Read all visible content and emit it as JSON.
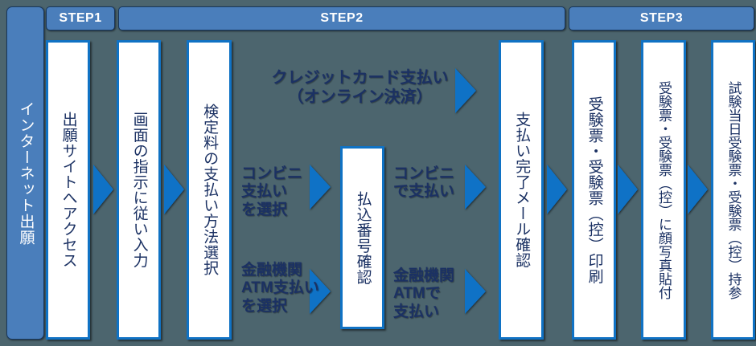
{
  "diagram": {
    "title_steps": [
      {
        "id": "step1",
        "label": "STEP1"
      },
      {
        "id": "step2",
        "label": "STEP2"
      },
      {
        "id": "step3",
        "label": "STEP3"
      }
    ],
    "entry_column": {
      "label": "インターネット出願"
    },
    "boxes": [
      {
        "id": "box-apply-site",
        "label": "出願サイトへアクセス"
      },
      {
        "id": "box-follow-input",
        "label": "画面の指示に従い入力"
      },
      {
        "id": "box-select-payment",
        "label": "検定料の支払い方法選択"
      },
      {
        "id": "box-payment-number",
        "label": "払込番号確認"
      },
      {
        "id": "box-payment-mail",
        "label": "支払い完了メール確認"
      },
      {
        "id": "box-print-ticket",
        "label": "受験票・受験票（控）印刷"
      },
      {
        "id": "box-attach-photo",
        "label": "受験票・受験票（控）に顔写真貼付"
      },
      {
        "id": "box-bring-ticket",
        "label": "試験当日受験票・受験票（控）持参"
      }
    ],
    "labels": [
      {
        "id": "label-credit-card",
        "lines": "クレジットカード支払い\n（オンライン決済）"
      },
      {
        "id": "label-conveni-select",
        "lines": "コンビニ\n支払い\nを選択"
      },
      {
        "id": "label-conveni-pay",
        "lines": "コンビニ\nで支払い"
      },
      {
        "id": "label-atm-select",
        "lines": "金融機関\nATM支払い\nを選択"
      },
      {
        "id": "label-atm-pay",
        "lines": "金融機関\nATMで\n支払い"
      }
    ],
    "colors": {
      "background": "#4c656e",
      "header_blue": "#4a7ebb",
      "header_border": "#17375e",
      "box_border": "#1072c4",
      "box_fill": "#ffffff",
      "text_navy": "#1b3163",
      "arrow_blue": "#0f72c6",
      "header_text": "#ffffff"
    }
  }
}
